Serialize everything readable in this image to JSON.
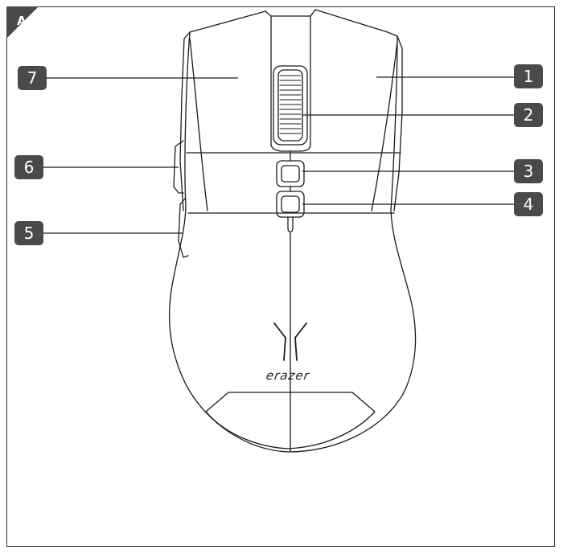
{
  "figure": {
    "panel_label": "A",
    "brand_text": "erazer",
    "callouts": [
      {
        "number": "1"
      },
      {
        "number": "2"
      },
      {
        "number": "3"
      },
      {
        "number": "4"
      },
      {
        "number": "5"
      },
      {
        "number": "6"
      },
      {
        "number": "7"
      }
    ]
  },
  "colors": {
    "badge": "#4a4a4a",
    "line": "#1a1a1a"
  },
  "icons": [
    "mouse-illustration",
    "erazer-logo-icon"
  ]
}
